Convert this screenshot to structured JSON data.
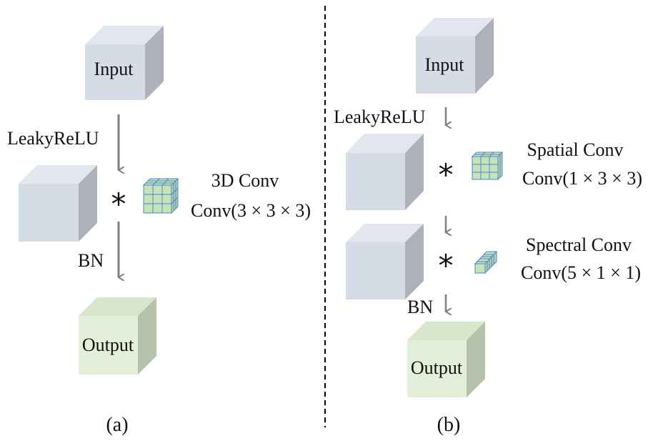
{
  "panel_a": {
    "input_label": "Input",
    "activation_label": "LeakyReLU",
    "conv_title": "3D Conv",
    "conv_kernel": "Conv(3 × 3 × 3)",
    "norm_label": "BN",
    "output_label": "Output",
    "caption": "(a)",
    "operator": "*"
  },
  "panel_b": {
    "input_label": "Input",
    "activation_label": "LeakyReLU",
    "spatial_title": "Spatial Conv",
    "spatial_kernel": "Conv(1 × 3 × 3)",
    "spectral_title": "Spectral Conv",
    "spectral_kernel": "Conv(5 × 1 × 1)",
    "norm_label": "BN",
    "output_label": "Output",
    "caption": "(b)",
    "operator_1": "*",
    "operator_2": "*"
  },
  "colors": {
    "cube_blue_front": "#d6dce6",
    "cube_blue_top": "#e2e6ee",
    "cube_blue_side": "#adb1ba",
    "cube_green_front": "#e3efd9",
    "cube_green_top": "#d8e6cc",
    "cube_green_side": "#b5c1aa",
    "kernel_fill": "#c4e3bd",
    "kernel_stroke": "#4f86c6",
    "arrow": "#7f7f7f"
  }
}
